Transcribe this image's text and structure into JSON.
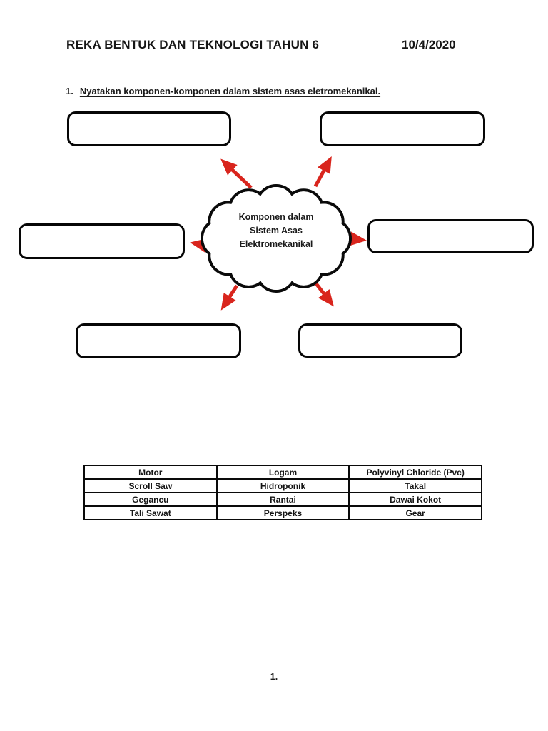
{
  "page": {
    "title": "REKA BENTUK DAN TEKNOLOGI TAHUN 6",
    "date": "10/4/2020",
    "footer_page_number": "1.",
    "background_color": "#ffffff"
  },
  "question": {
    "number": "1.",
    "text": "Nyatakan komponen-komponen dalam sistem asas eletromekanikal."
  },
  "diagram": {
    "cloud": {
      "lines": [
        "Komponen dalam",
        "Sistem Asas",
        "Elektromekanikal"
      ]
    },
    "answer_box_count": 6,
    "arrow_color": "#d9251d",
    "outline_color": "#060606"
  },
  "word_bank_table": {
    "rows": [
      [
        "Motor",
        "Logam",
        "Polyvinyl Chloride (Pvc)"
      ],
      [
        "Scroll Saw",
        "Hidroponik",
        "Takal"
      ],
      [
        "Gegancu",
        "Rantai",
        "Dawai Kokot"
      ],
      [
        "Tali Sawat",
        "Perspeks",
        "Gear"
      ]
    ]
  }
}
